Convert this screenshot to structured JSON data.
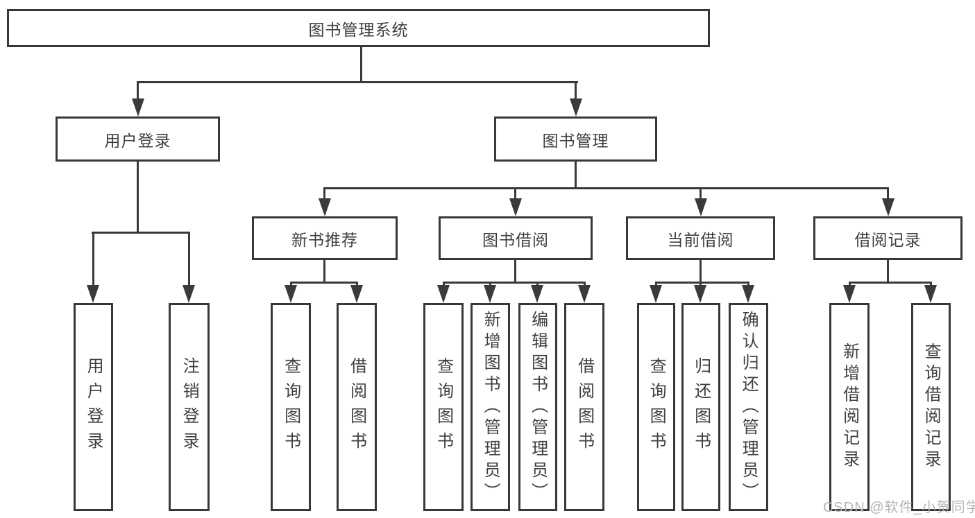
{
  "diagram": {
    "root": "图书管理系统",
    "level2": {
      "user_login": "用户登录",
      "book_management": "图书管理"
    },
    "level3": {
      "new_book_recommend": "新书推荐",
      "book_borrowing": "图书借阅",
      "current_borrowing": "当前借阅",
      "borrowing_records": "借阅记录"
    },
    "leaves": {
      "user_login": "用户登录",
      "logout_login": "注销登录",
      "rec_query_books": "查询图书",
      "rec_borrow_books": "借阅图书",
      "bor_query_books": "查询图书",
      "bor_add_books": "新增图书（管理员）",
      "bor_edit_books": "编辑图书（管理员）",
      "bor_borrow_books": "借阅图书",
      "cur_query_books": "查询图书",
      "cur_return_books": "归还图书",
      "cur_confirm_return": "确认归还（管理员）",
      "log_add_record": "新增借阅记录",
      "log_query_record": "查询借阅记录"
    },
    "watermark": "CSDN @软件_小贺同学",
    "colors": {
      "line": "#3a3a3a",
      "text": "#3f3f3f",
      "watermark": "#b5b5b5",
      "background": "#ffffff"
    }
  }
}
